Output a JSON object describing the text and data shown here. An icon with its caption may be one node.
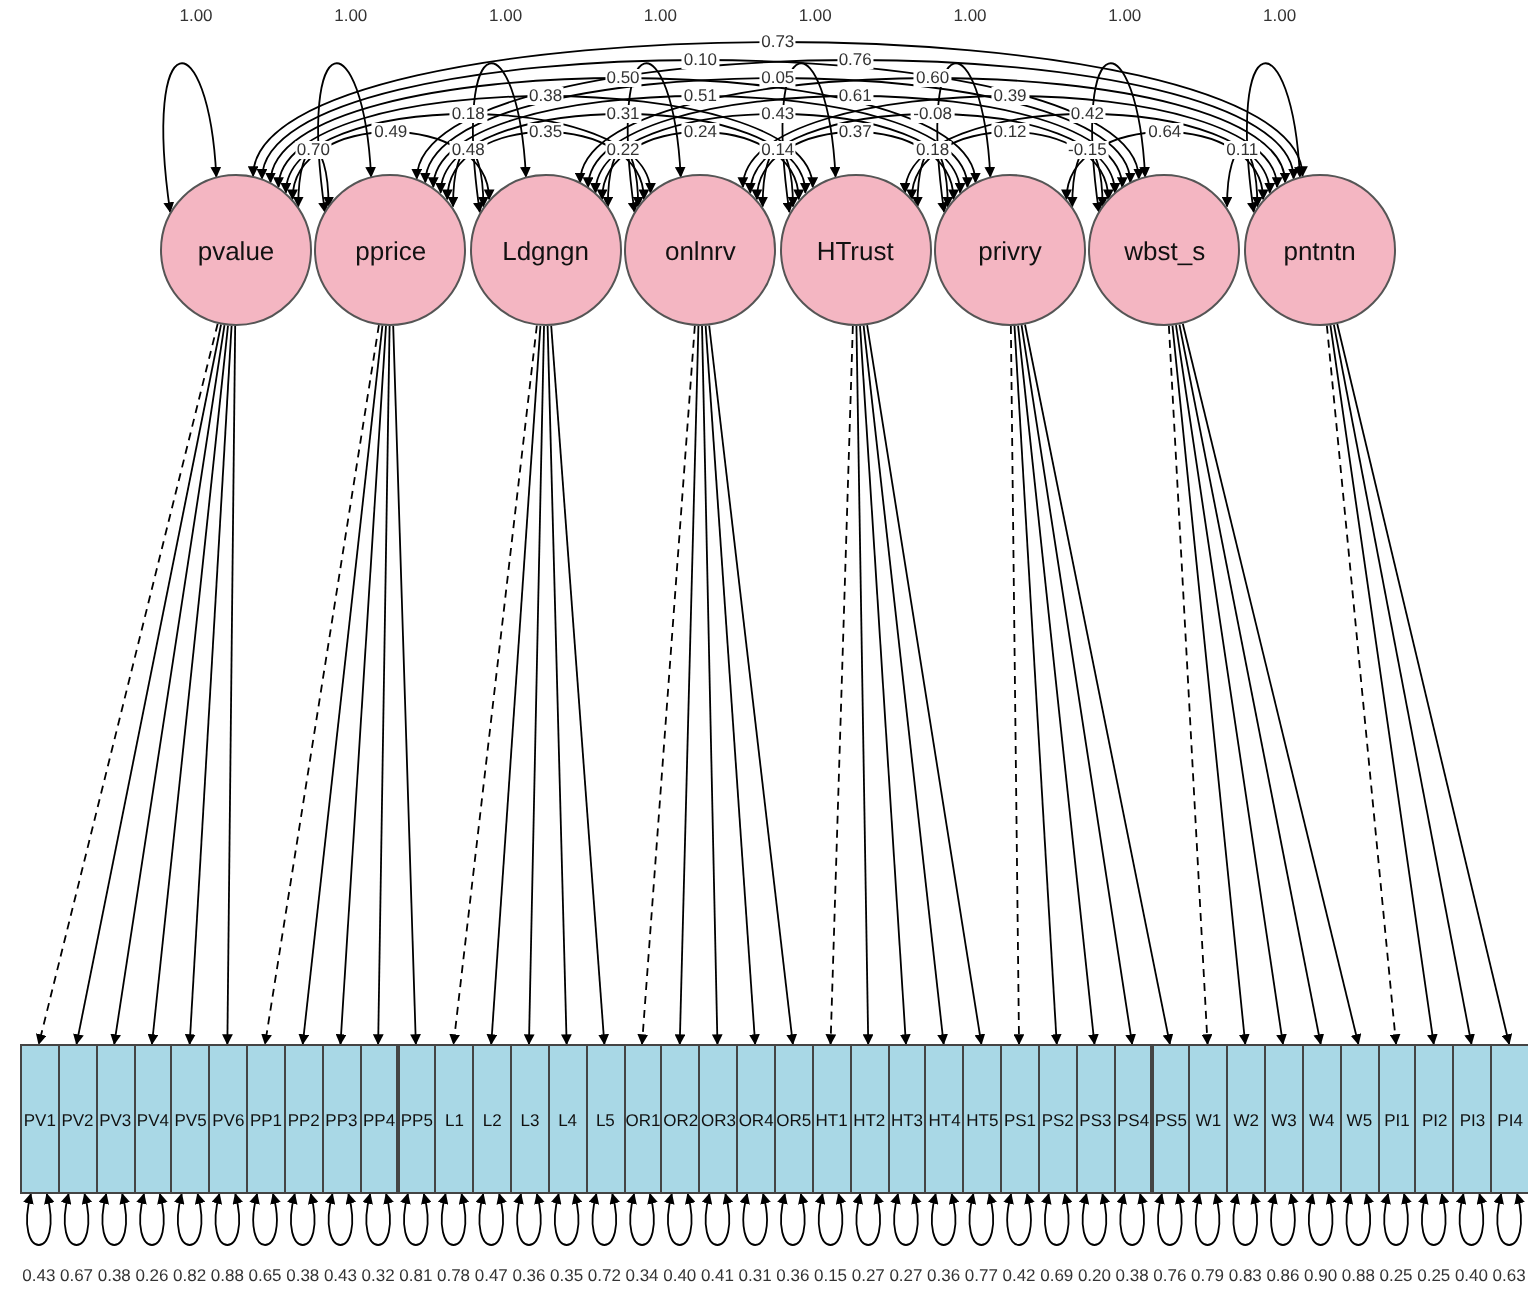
{
  "diagram": {
    "nodes": [
      {
        "text": [
          "pvalue"
        ]
      },
      {
        "text": [
          "pprice"
        ]
      },
      {
        "text": [
          "Ldgngn"
        ]
      },
      {
        "text": [
          "onlnrv"
        ]
      },
      {
        "text": [
          "HTrust"
        ]
      },
      {
        "text": [
          "privry"
        ]
      },
      {
        "text": [
          "wbst_s"
        ]
      },
      {
        "text": [
          "pntntn"
        ]
      },
      {
        "text": [
          "PV1"
        ]
      },
      {
        "text": [
          "PV2"
        ]
      },
      {
        "text": [
          "PV3"
        ]
      },
      {
        "text": [
          "PV4"
        ]
      },
      {
        "text": [
          "PV5"
        ]
      },
      {
        "text": [
          "PV6"
        ]
      },
      {
        "text": [
          "PP1"
        ]
      },
      {
        "text": [
          "PP2"
        ]
      },
      {
        "text": [
          "PP3"
        ]
      },
      {
        "text": [
          "PP4"
        ]
      },
      {
        "text": [
          "PP5"
        ]
      },
      {
        "text": [
          "L1"
        ]
      },
      {
        "text": [
          "L2"
        ]
      },
      {
        "text": [
          "L3"
        ]
      },
      {
        "text": [
          "L4"
        ]
      },
      {
        "text": [
          "L5"
        ]
      },
      {
        "text": [
          "OR1"
        ]
      },
      {
        "text": [
          "OR2"
        ]
      },
      {
        "text": [
          "OR3"
        ]
      },
      {
        "text": [
          "OR4"
        ]
      },
      {
        "text": [
          "OR5"
        ]
      },
      {
        "text": [
          "HT1"
        ]
      },
      {
        "text": [
          "HT2"
        ]
      },
      {
        "text": [
          "HT3"
        ]
      },
      {
        "text": [
          "HT4"
        ]
      },
      {
        "text": [
          "HT5"
        ]
      },
      {
        "text": [
          "PS1"
        ]
      },
      {
        "text": [
          "PS2"
        ]
      },
      {
        "text": [
          "PS3"
        ]
      },
      {
        "text": [
          "PS4"
        ]
      },
      {
        "text": [
          "PS5"
        ]
      },
      {
        "text": [
          "W1"
        ]
      },
      {
        "text": [
          "W2"
        ]
      },
      {
        "text": [
          "W3"
        ]
      },
      {
        "text": [
          "W4"
        ]
      },
      {
        "text": [
          "W5"
        ]
      },
      {
        "text": [
          "PI1"
        ]
      },
      {
        "text": [
          "PI2"
        ]
      },
      {
        "text": [
          "PI3"
        ]
      },
      {
        "text": [
          "PI4"
        ]
      }
    ],
    "edges": [
      {
        "from": 0,
        "to": 8,
        "arrow": "to",
        "style": "dashed"
      },
      {
        "from": 0,
        "to": 9,
        "arrow": "to"
      },
      {
        "from": 0,
        "to": 10,
        "arrow": "to"
      },
      {
        "from": 0,
        "to": 11,
        "arrow": "to"
      },
      {
        "from": 0,
        "to": 12,
        "arrow": "to"
      },
      {
        "from": 0,
        "to": 13,
        "arrow": "to"
      },
      {
        "from": 1,
        "to": 14,
        "arrow": "to",
        "style": "dashed"
      },
      {
        "from": 1,
        "to": 15,
        "arrow": "to"
      },
      {
        "from": 1,
        "to": 16,
        "arrow": "to"
      },
      {
        "from": 1,
        "to": 17,
        "arrow": "to"
      },
      {
        "from": 1,
        "to": 18,
        "arrow": "to"
      },
      {
        "from": 2,
        "to": 19,
        "arrow": "to",
        "style": "dashed"
      },
      {
        "from": 2,
        "to": 20,
        "arrow": "to"
      },
      {
        "from": 2,
        "to": 21,
        "arrow": "to"
      },
      {
        "from": 2,
        "to": 22,
        "arrow": "to"
      },
      {
        "from": 2,
        "to": 23,
        "arrow": "to"
      },
      {
        "from": 3,
        "to": 24,
        "arrow": "to",
        "style": "dashed"
      },
      {
        "from": 3,
        "to": 25,
        "arrow": "to"
      },
      {
        "from": 3,
        "to": 26,
        "arrow": "to"
      },
      {
        "from": 3,
        "to": 27,
        "arrow": "to"
      },
      {
        "from": 3,
        "to": 28,
        "arrow": "to"
      },
      {
        "from": 4,
        "to": 29,
        "arrow": "to",
        "style": "dashed"
      },
      {
        "from": 4,
        "to": 30,
        "arrow": "to"
      },
      {
        "from": 4,
        "to": 31,
        "arrow": "to"
      },
      {
        "from": 4,
        "to": 32,
        "arrow": "to"
      },
      {
        "from": 4,
        "to": 33,
        "arrow": "to"
      },
      {
        "from": 5,
        "to": 34,
        "arrow": "to",
        "style": "dashed"
      },
      {
        "from": 5,
        "to": 35,
        "arrow": "to"
      },
      {
        "from": 5,
        "to": 36,
        "arrow": "to"
      },
      {
        "from": 5,
        "to": 37,
        "arrow": "to"
      },
      {
        "from": 5,
        "to": 38,
        "arrow": "to"
      },
      {
        "from": 6,
        "to": 39,
        "arrow": "to",
        "style": "dashed"
      },
      {
        "from": 6,
        "to": 40,
        "arrow": "to"
      },
      {
        "from": 6,
        "to": 41,
        "arrow": "to"
      },
      {
        "from": 6,
        "to": 42,
        "arrow": "to"
      },
      {
        "from": 6,
        "to": 43,
        "arrow": "to"
      },
      {
        "from": 7,
        "to": 44,
        "arrow": "to",
        "style": "dashed"
      },
      {
        "from": 7,
        "to": 45,
        "arrow": "to"
      },
      {
        "from": 7,
        "to": 46,
        "arrow": "to"
      },
      {
        "from": 7,
        "to": 47,
        "arrow": "to"
      },
      {
        "from": 8,
        "to": 8,
        "arrow": "both",
        "label": "0.43"
      },
      {
        "from": 9,
        "to": 9,
        "arrow": "both",
        "label": "0.67"
      },
      {
        "from": 10,
        "to": 10,
        "arrow": "both",
        "label": "0.38"
      },
      {
        "from": 11,
        "to": 11,
        "arrow": "both",
        "label": "0.26"
      },
      {
        "from": 12,
        "to": 12,
        "arrow": "both",
        "label": "0.82"
      },
      {
        "from": 13,
        "to": 13,
        "arrow": "both",
        "label": "0.88"
      },
      {
        "from": 14,
        "to": 14,
        "arrow": "both",
        "label": "0.65"
      },
      {
        "from": 15,
        "to": 15,
        "arrow": "both",
        "label": "0.38"
      },
      {
        "from": 16,
        "to": 16,
        "arrow": "both",
        "label": "0.43"
      },
      {
        "from": 17,
        "to": 17,
        "arrow": "both",
        "label": "0.32"
      },
      {
        "from": 18,
        "to": 18,
        "arrow": "both",
        "label": "0.81"
      },
      {
        "from": 19,
        "to": 19,
        "arrow": "both",
        "label": "0.78"
      },
      {
        "from": 20,
        "to": 20,
        "arrow": "both",
        "label": "0.47"
      },
      {
        "from": 21,
        "to": 21,
        "arrow": "both",
        "label": "0.36"
      },
      {
        "from": 22,
        "to": 22,
        "arrow": "both",
        "label": "0.35"
      },
      {
        "from": 23,
        "to": 23,
        "arrow": "both",
        "label": "0.72"
      },
      {
        "from": 24,
        "to": 24,
        "arrow": "both",
        "label": "0.34"
      },
      {
        "from": 25,
        "to": 25,
        "arrow": "both",
        "label": "0.40"
      },
      {
        "from": 26,
        "to": 26,
        "arrow": "both",
        "label": "0.41"
      },
      {
        "from": 27,
        "to": 27,
        "arrow": "both",
        "label": "0.31"
      },
      {
        "from": 28,
        "to": 28,
        "arrow": "both",
        "label": "0.36"
      },
      {
        "from": 29,
        "to": 29,
        "arrow": "both",
        "label": "0.15"
      },
      {
        "from": 30,
        "to": 30,
        "arrow": "both",
        "label": "0.27"
      },
      {
        "from": 31,
        "to": 31,
        "arrow": "both",
        "label": "0.27"
      },
      {
        "from": 32,
        "to": 32,
        "arrow": "both",
        "label": "0.36"
      },
      {
        "from": 33,
        "to": 33,
        "arrow": "both",
        "label": "0.77"
      },
      {
        "from": 34,
        "to": 34,
        "arrow": "both",
        "label": "0.42"
      },
      {
        "from": 35,
        "to": 35,
        "arrow": "both",
        "label": "0.69"
      },
      {
        "from": 36,
        "to": 36,
        "arrow": "both",
        "label": "0.20"
      },
      {
        "from": 37,
        "to": 37,
        "arrow": "both",
        "label": "0.38"
      },
      {
        "from": 38,
        "to": 38,
        "arrow": "both",
        "label": "0.76"
      },
      {
        "from": 39,
        "to": 39,
        "arrow": "both",
        "label": "0.79"
      },
      {
        "from": 40,
        "to": 40,
        "arrow": "both",
        "label": "0.83"
      },
      {
        "from": 41,
        "to": 41,
        "arrow": "both",
        "label": "0.86"
      },
      {
        "from": 42,
        "to": 42,
        "arrow": "both",
        "label": "0.90"
      },
      {
        "from": 43,
        "to": 43,
        "arrow": "both",
        "label": "0.88"
      },
      {
        "from": 44,
        "to": 44,
        "arrow": "both",
        "label": "0.25"
      },
      {
        "from": 45,
        "to": 45,
        "arrow": "both",
        "label": "0.25"
      },
      {
        "from": 46,
        "to": 46,
        "arrow": "both",
        "label": "0.40"
      },
      {
        "from": 47,
        "to": 47,
        "arrow": "both",
        "label": "0.63"
      },
      {
        "from": 0,
        "to": 0,
        "arrow": "both",
        "label": "1.00"
      },
      {
        "from": 1,
        "to": 1,
        "arrow": "both",
        "label": "1.00"
      },
      {
        "from": 2,
        "to": 2,
        "arrow": "both",
        "label": "1.00"
      },
      {
        "from": 3,
        "to": 3,
        "arrow": "both",
        "label": "1.00"
      },
      {
        "from": 4,
        "to": 4,
        "arrow": "both",
        "label": "1.00"
      },
      {
        "from": 5,
        "to": 5,
        "arrow": "both",
        "label": "1.00"
      },
      {
        "from": 6,
        "to": 6,
        "arrow": "both",
        "label": "1.00"
      },
      {
        "from": 7,
        "to": 7,
        "arrow": "both",
        "label": "1.00"
      },
      {
        "from": 0,
        "to": 1,
        "arrow": "both",
        "label": "0.70"
      },
      {
        "from": 0,
        "to": 2,
        "arrow": "both",
        "label": "0.49"
      },
      {
        "from": 0,
        "to": 3,
        "arrow": "both",
        "label": "0.18"
      },
      {
        "from": 1,
        "to": 2,
        "arrow": "both",
        "label": "0.48"
      },
      {
        "from": 0,
        "to": 4,
        "arrow": "both",
        "label": "0.38"
      },
      {
        "from": 1,
        "to": 3,
        "arrow": "both",
        "label": "0.35"
      },
      {
        "from": 0,
        "to": 5,
        "arrow": "both",
        "label": "0.50"
      },
      {
        "from": 1,
        "to": 4,
        "arrow": "both",
        "label": "0.31"
      },
      {
        "from": 2,
        "to": 3,
        "arrow": "both",
        "label": "0.22"
      },
      {
        "from": 0,
        "to": 6,
        "arrow": "both",
        "label": "0.10"
      },
      {
        "from": 1,
        "to": 5,
        "arrow": "both",
        "label": "0.51"
      },
      {
        "from": 2,
        "to": 4,
        "arrow": "both",
        "label": "0.24"
      },
      {
        "from": 0,
        "to": 7,
        "arrow": "both",
        "label": "0.73"
      },
      {
        "from": 1,
        "to": 6,
        "arrow": "both",
        "label": "0.05"
      },
      {
        "from": 2,
        "to": 5,
        "arrow": "both",
        "label": "0.43"
      },
      {
        "from": 3,
        "to": 4,
        "arrow": "both",
        "label": "0.14"
      },
      {
        "from": 1,
        "to": 7,
        "arrow": "both",
        "label": "0.76"
      },
      {
        "from": 2,
        "to": 6,
        "arrow": "both",
        "label": "0.61"
      },
      {
        "from": 3,
        "to": 5,
        "arrow": "both",
        "label": "0.37"
      },
      {
        "from": 2,
        "to": 7,
        "arrow": "both",
        "label": "0.60"
      },
      {
        "from": 3,
        "to": 6,
        "arrow": "both",
        "label": "-0.08"
      },
      {
        "from": 4,
        "to": 5,
        "arrow": "both",
        "label": "0.18"
      },
      {
        "from": 3,
        "to": 7,
        "arrow": "both",
        "label": "0.39"
      },
      {
        "from": 4,
        "to": 6,
        "arrow": "both",
        "label": "0.12"
      },
      {
        "from": 4,
        "to": 7,
        "arrow": "both",
        "label": "0.42"
      },
      {
        "from": 5,
        "to": 6,
        "arrow": "both",
        "label": "-0.15"
      },
      {
        "from": 5,
        "to": 7,
        "arrow": "both",
        "label": "0.64"
      },
      {
        "from": 6,
        "to": 7,
        "arrow": "both",
        "label": "0.11"
      }
    ]
  }
}
